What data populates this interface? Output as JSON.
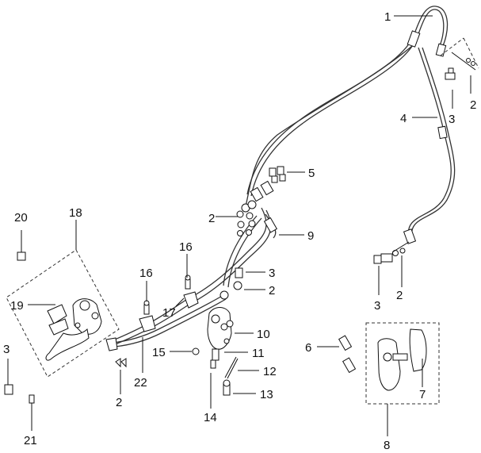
{
  "diagram": {
    "type": "exploded-parts-diagram",
    "subject": "rear brake hose and master cylinder assembly",
    "callouts": [
      {
        "id": "c1",
        "text": "1"
      },
      {
        "id": "c2a",
        "text": "2"
      },
      {
        "id": "c2b",
        "text": "2"
      },
      {
        "id": "c2c",
        "text": "2"
      },
      {
        "id": "c2d",
        "text": "2"
      },
      {
        "id": "c2e",
        "text": "2"
      },
      {
        "id": "c3a",
        "text": "3"
      },
      {
        "id": "c3b",
        "text": "3"
      },
      {
        "id": "c3c",
        "text": "3"
      },
      {
        "id": "c3d",
        "text": "3"
      },
      {
        "id": "c4",
        "text": "4"
      },
      {
        "id": "c5",
        "text": "5"
      },
      {
        "id": "c6",
        "text": "6"
      },
      {
        "id": "c7",
        "text": "7"
      },
      {
        "id": "c8",
        "text": "8"
      },
      {
        "id": "c9",
        "text": "9"
      },
      {
        "id": "c10",
        "text": "10"
      },
      {
        "id": "c11",
        "text": "11"
      },
      {
        "id": "c12",
        "text": "12"
      },
      {
        "id": "c13",
        "text": "13"
      },
      {
        "id": "c14",
        "text": "14"
      },
      {
        "id": "c15",
        "text": "15"
      },
      {
        "id": "c16a",
        "text": "16"
      },
      {
        "id": "c16b",
        "text": "16"
      },
      {
        "id": "c17",
        "text": "17"
      },
      {
        "id": "c18",
        "text": "18"
      },
      {
        "id": "c19",
        "text": "19"
      },
      {
        "id": "c20",
        "text": "20"
      },
      {
        "id": "c21",
        "text": "21"
      },
      {
        "id": "c22",
        "text": "22"
      }
    ]
  }
}
